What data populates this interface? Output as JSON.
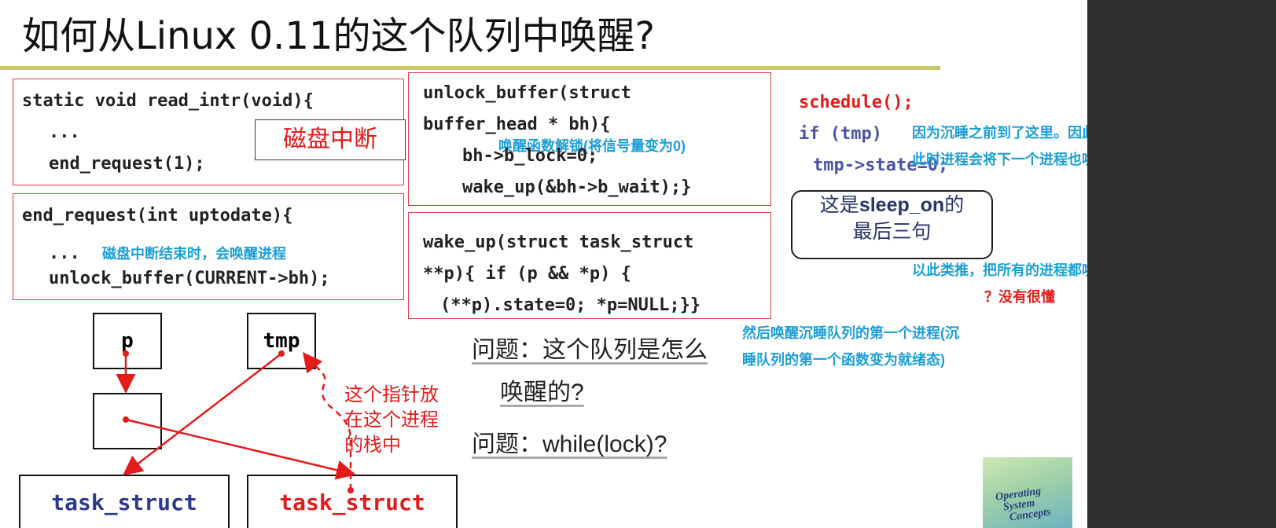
{
  "title": "如何从Linux 0.11的这个队列中唤醒?",
  "read_intr_box": {
    "line1": "static void read_intr(void){",
    "line2": "...",
    "line3": "end_request(1);",
    "label": "磁盘中断"
  },
  "end_request_box": {
    "line1": "end_request(int uptodate){",
    "line2": "...",
    "note": "磁盘中断结束时，会唤醒进程",
    "line3": "unlock_buffer(CURRENT->bh);"
  },
  "unlock_box": {
    "line1": "unlock_buffer(struct",
    "line2": "buffer_head * bh){",
    "note": "唤醒函数解锁(将信号量变为0)",
    "line3": "bh->b_lock=0;",
    "line4": "wake_up(&bh->b_wait);}"
  },
  "wakeup_box": {
    "line1": "wake_up(struct task_struct",
    "line2": "**p){ if (p && *p) {",
    "line3": "(**p).state=0; *p=NULL;}}"
  },
  "sleep_on_code": {
    "line1": "schedule();",
    "line2": "if (tmp)",
    "line3": "tmp->state=0;",
    "color_line1": "#e31b1b",
    "color_code": "#4a54a3"
  },
  "callout": {
    "line1_a": "这是",
    "line1_b": "sleep_on",
    "line1_c": "的",
    "line2": "最后三句"
  },
  "notes": {
    "reason_1": "因为沉睡之前到了这里。因此醒来的时候也是到这里",
    "reason_2": "此时进程会将下一个进程也唤醒",
    "infer": "以此类推，把所有的进程都唤醒",
    "not_understood": "？没有很懂",
    "then_1": "然后唤醒沉睡队列的第一个进程(沉",
    "then_2": "睡队列的第一个函数变为就绪态)"
  },
  "questions": {
    "q1_line1": "问题：这个队列是怎么",
    "q1_line2": "唤醒的?",
    "q2": "问题：while(lock)?"
  },
  "diagram": {
    "p_label": "p",
    "tmp_label": "tmp",
    "pointer_note_1": "这个指针放",
    "pointer_note_2": "在这个进程",
    "pointer_note_3": "的栈中",
    "task_left": "task_struct",
    "task_right": "task_struct",
    "task_left_color": "#2b3a8c",
    "task_right_color": "#e31b1b"
  },
  "book": {
    "line1": "Operating",
    "line2": "System",
    "line3": "Concepts"
  },
  "colors": {
    "accent_red": "#e31b1b",
    "note_blue": "#1b9fd8",
    "rule": "#c9c76a",
    "panel": "#2f2f2f"
  }
}
